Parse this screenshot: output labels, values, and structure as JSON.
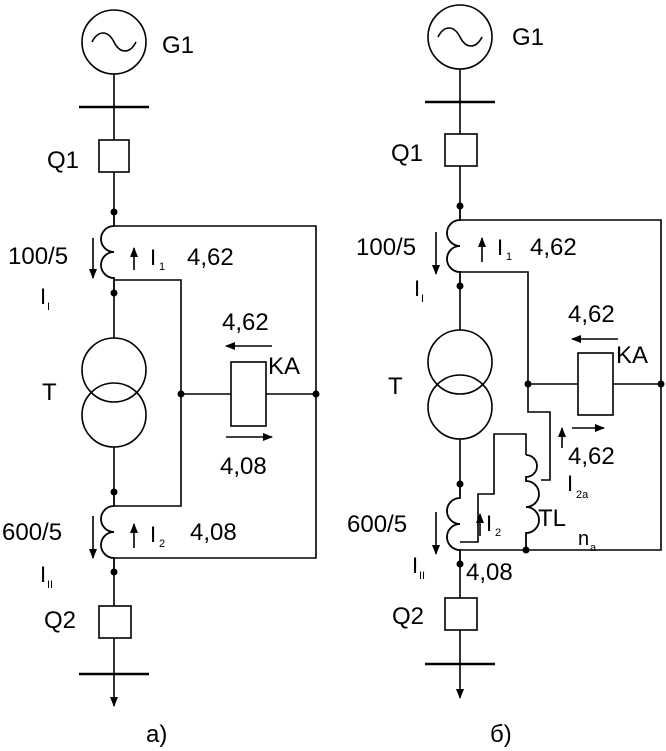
{
  "left": {
    "generator": "G1",
    "breaker_top": "Q1",
    "ct1_ratio": "100/5",
    "ct1_current_label": "I",
    "ct1_current_sub": "I",
    "loop1_current": "I",
    "loop1_current_sub": "1",
    "loop1_value": "4,62",
    "transformer": "T",
    "relay": "KA",
    "relay_top_value": "4,62",
    "relay_bottom_value": "4,08",
    "ct2_ratio": "600/5",
    "ct2_current_label": "I",
    "ct2_current_sub": "II",
    "loop2_current": "I",
    "loop2_current_sub": "2",
    "loop2_value": "4,08",
    "breaker_bottom": "Q2",
    "caption": "а)"
  },
  "right": {
    "generator": "G1",
    "breaker_top": "Q1",
    "ct1_ratio": "100/5",
    "ct1_current_label": "I",
    "ct1_current_sub": "I",
    "loop1_current": "I",
    "loop1_current_sub": "1",
    "loop1_value": "4,62",
    "transformer": "T",
    "relay": "KA",
    "relay_top_value": "4,62",
    "tl_out_value": "4,62",
    "tl_current": "I",
    "tl_current_sub": "2a",
    "tl_label": "TL",
    "tl_ratio": "n",
    "tl_ratio_sub": "a",
    "ct2_ratio": "600/5",
    "ct2_current_label": "I",
    "ct2_current_sub": "II",
    "loop2_current": "I",
    "loop2_current_sub": "2",
    "loop2_value": "4,08",
    "breaker_bottom": "Q2",
    "caption": "б)"
  }
}
